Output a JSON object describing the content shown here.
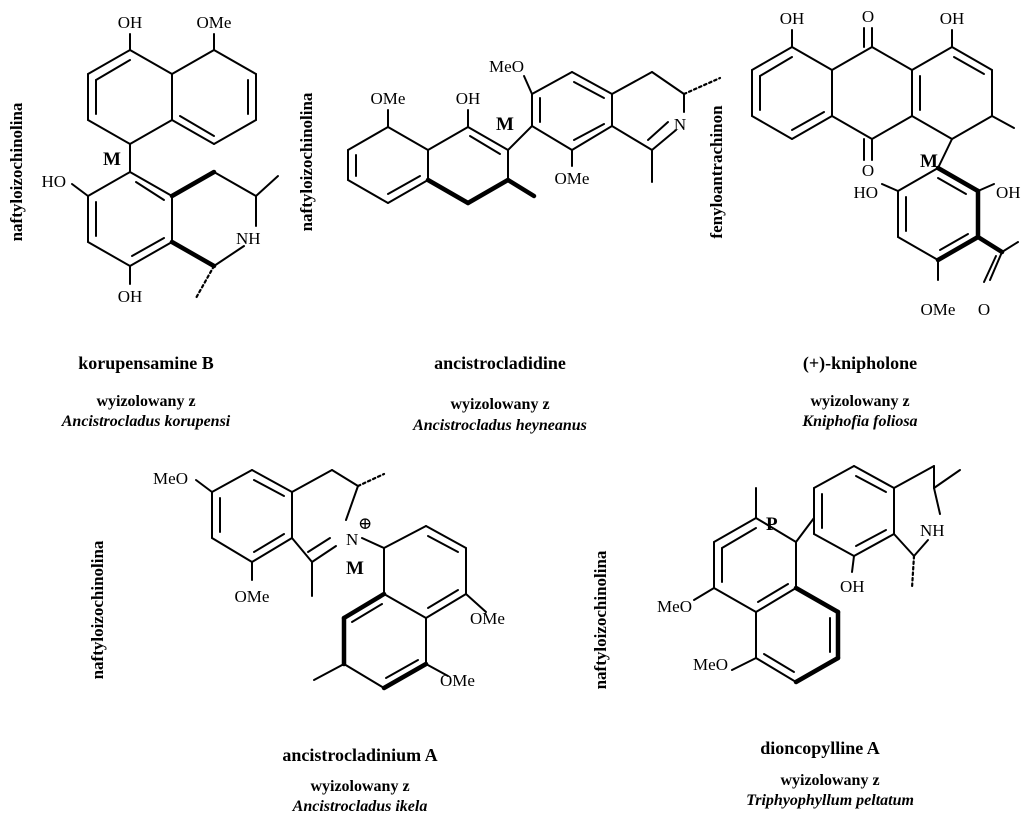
{
  "compounds": [
    {
      "class": "naftyloizochinolina",
      "name": "korupensamine B",
      "isolated": "wyizolowany z",
      "source": "Ancistrocladus korupensi",
      "axis": "M",
      "atom_labels": [
        "OH",
        "OMe",
        "HO",
        "NH",
        "OH"
      ]
    },
    {
      "class": "naftyloizochinolina",
      "name": "ancistrocladidine",
      "isolated": "wyizolowany z",
      "source": "Ancistrocladus heyneanus",
      "axis": "M",
      "atom_labels": [
        "MeO",
        "OMe",
        "OH",
        "N",
        "OMe"
      ]
    },
    {
      "class": "fenyloantrachinon",
      "name": "(+)-knipholone",
      "isolated": "wyizolowany z",
      "source": "Kniphofia foliosa",
      "axis": "M",
      "atom_labels": [
        "OH",
        "O",
        "OH",
        "O",
        "HO",
        "OH",
        "OMe",
        "O"
      ]
    },
    {
      "class": "naftyloizochinolina",
      "name": "ancistrocladinium A",
      "isolated": "wyizolowany z",
      "source": "Ancistrocladus ikela",
      "axis": "M",
      "atom_labels": [
        "MeO",
        "N",
        "⊕",
        "OMe",
        "OMe",
        "OMe"
      ]
    },
    {
      "class": "naftyloizochinolina",
      "name": "dioncopylline A",
      "isolated": "wyizolowany z",
      "source": "Triphyophyllum peltatum",
      "axis": "P",
      "atom_labels": [
        "NH",
        "OH",
        "MeO",
        "MeO"
      ]
    }
  ]
}
